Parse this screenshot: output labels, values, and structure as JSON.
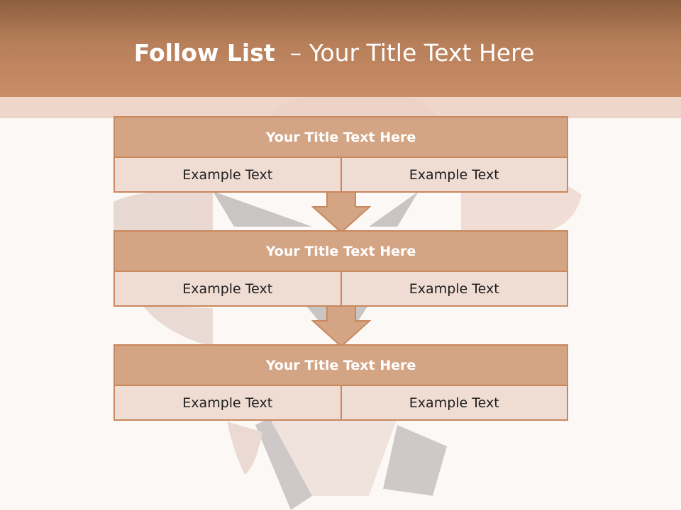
{
  "header": {
    "title_bold": "Follow List",
    "title_rest": "  – Your Title Text Here"
  },
  "blocks": [
    {
      "title": "Your Title Text Here",
      "left": "Example Text",
      "right": "Example Text"
    },
    {
      "title": "Your Title Text Here",
      "left": "Example Text",
      "right": "Example Text"
    },
    {
      "title": "Your Title Text Here",
      "left": "Example Text",
      "right": "Example Text"
    }
  ],
  "colors": {
    "header": "#c98e67",
    "block_head": "#d4a584",
    "block_cell": "#efdcd3",
    "border": "#c9885e"
  }
}
